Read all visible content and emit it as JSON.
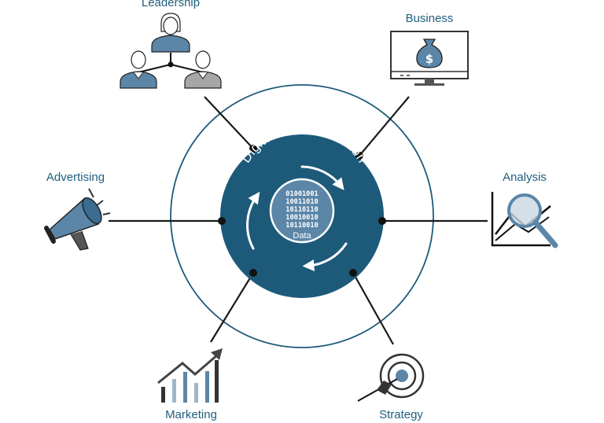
{
  "center": {
    "title": "Digital Transformation",
    "data_label": "Data",
    "binary_lines": [
      "01001001",
      "10011010",
      "10110110",
      "10010010",
      "10110010"
    ]
  },
  "nodes": {
    "leadership": "Leadership",
    "business": "Business",
    "advertising": "Advertising",
    "analysis": "Analysis",
    "marketing": "Marketing",
    "strategy": "Strategy"
  },
  "icons": {
    "leadership": "people-hierarchy-icon",
    "business": "monitor-money-bag-icon",
    "advertising": "megaphone-icon",
    "analysis": "chart-magnifier-icon",
    "marketing": "growth-bars-icon",
    "strategy": "target-dart-icon",
    "data": "data-disc-icon"
  },
  "colors": {
    "navy": "#1d5a7a",
    "steel": "#5b86a8",
    "light_steel": "#9fb6c8",
    "dark": "#2c2c2c",
    "gray": "#a6a6a6"
  }
}
